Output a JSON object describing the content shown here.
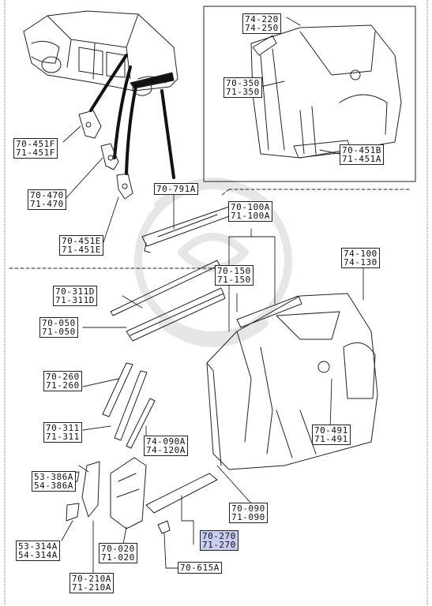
{
  "diagram": {
    "accent_color": "#c8cdf0",
    "line_color": "#222222",
    "labels": [
      {
        "id": "l74220",
        "lines": [
          "74-220",
          "74-250"
        ]
      },
      {
        "id": "l70350",
        "lines": [
          "70-350",
          "71-350"
        ]
      },
      {
        "id": "l70451b",
        "lines": [
          "70-451B",
          "71-451A"
        ]
      },
      {
        "id": "l70451f",
        "lines": [
          "70-451F",
          "71-451F"
        ]
      },
      {
        "id": "l70470",
        "lines": [
          "70-470",
          "71-470"
        ]
      },
      {
        "id": "l70451e",
        "lines": [
          "70-451E",
          "71-451E"
        ]
      },
      {
        "id": "l70791a",
        "lines": [
          "70-791A"
        ]
      },
      {
        "id": "l70100a",
        "lines": [
          "70-100A",
          "71-100A"
        ]
      },
      {
        "id": "l74100",
        "lines": [
          "74-100",
          "74-130"
        ]
      },
      {
        "id": "l70150",
        "lines": [
          "70-150",
          "71-150"
        ]
      },
      {
        "id": "l70311d",
        "lines": [
          "70-311D",
          "71-311D"
        ]
      },
      {
        "id": "l70050",
        "lines": [
          "70-050",
          "71-050"
        ]
      },
      {
        "id": "l70260",
        "lines": [
          "70-260",
          "71-260"
        ]
      },
      {
        "id": "l70311",
        "lines": [
          "70-311",
          "71-311"
        ]
      },
      {
        "id": "l74090a",
        "lines": [
          "74-090A",
          "74-120A"
        ]
      },
      {
        "id": "l70491",
        "lines": [
          "70-491",
          "71-491"
        ]
      },
      {
        "id": "l53386a",
        "lines": [
          "53-386A",
          "54-386A"
        ]
      },
      {
        "id": "l70090",
        "lines": [
          "70-090",
          "71-090"
        ]
      },
      {
        "id": "l53314a",
        "lines": [
          "53-314A",
          "54-314A"
        ]
      },
      {
        "id": "l70020",
        "lines": [
          "70-020",
          "71-020"
        ]
      },
      {
        "id": "l70270",
        "lines": [
          "70-270",
          "71-270"
        ]
      },
      {
        "id": "l70615a",
        "lines": [
          "70-615A"
        ]
      },
      {
        "id": "l70210a",
        "lines": [
          "70-210A",
          "71-210A"
        ]
      }
    ]
  }
}
